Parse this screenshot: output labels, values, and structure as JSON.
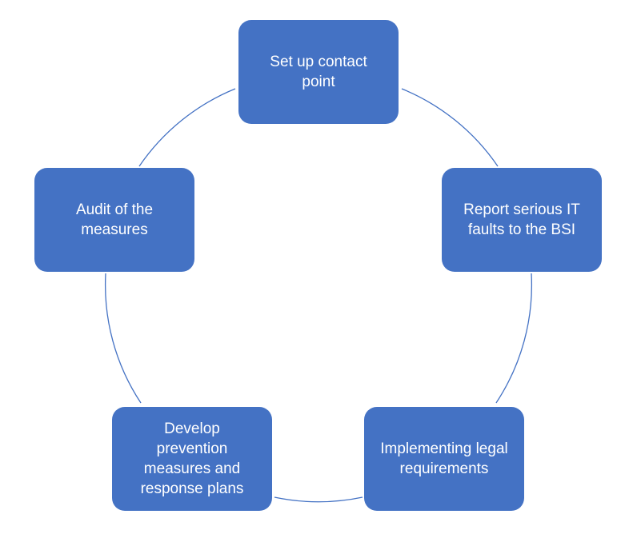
{
  "diagram": {
    "type": "cycle",
    "colors": {
      "node_fill": "#4472c4",
      "node_text": "#ffffff",
      "connector": "#4472c4",
      "background": "#ffffff"
    },
    "nodes": [
      {
        "label": "Set up contact\npoint"
      },
      {
        "label": "Report serious IT\nfaults to the BSI"
      },
      {
        "label": "Implementing legal\nrequirements"
      },
      {
        "label": "Develop\nprevention\nmeasures and\nresponse plans"
      },
      {
        "label": "Audit of the\nmeasures"
      }
    ]
  }
}
